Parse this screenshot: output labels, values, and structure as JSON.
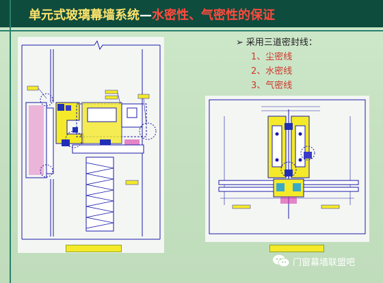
{
  "title": {
    "main": "单元式玻璃幕墙系统",
    "dash": "—",
    "sub": "水密性、气密性的保证"
  },
  "bullets": {
    "head": "采用三道密封线：",
    "items": [
      "1、尘密线",
      "2、水密线",
      "3、气密线"
    ]
  },
  "watermark": {
    "text": "门窗幕墙联盟吧",
    "icon": "wechat-icon"
  },
  "colors": {
    "background": "#c6e2c2",
    "title_bar": "#0e4c3e",
    "title_text": "#ffe36b",
    "title_accent": "#ff4a3d",
    "bullet_text": "#d0362b",
    "drawing_bg": "#f4f6f3",
    "drawing_line": "#1a1aa8"
  }
}
